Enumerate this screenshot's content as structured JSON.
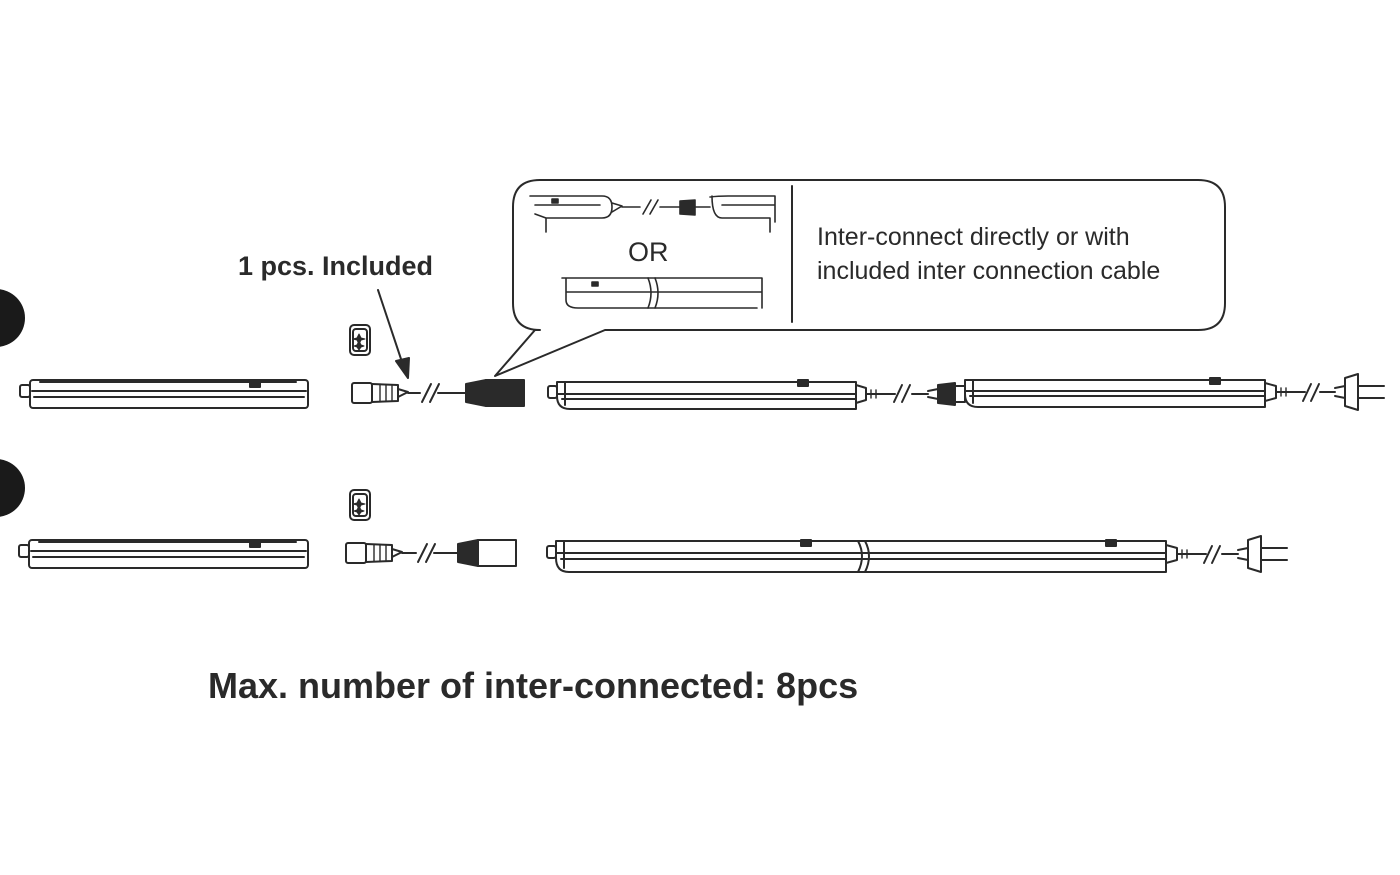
{
  "callout": {
    "or_label": "OR",
    "line1": "Inter-connect directly or with",
    "line2": "included inter connection cable"
  },
  "included_label": "1 pcs. Included",
  "footer_label": "Max. number of inter-connected: 8pcs",
  "colors": {
    "ink": "#2a2a2a",
    "background": "#ffffff"
  }
}
